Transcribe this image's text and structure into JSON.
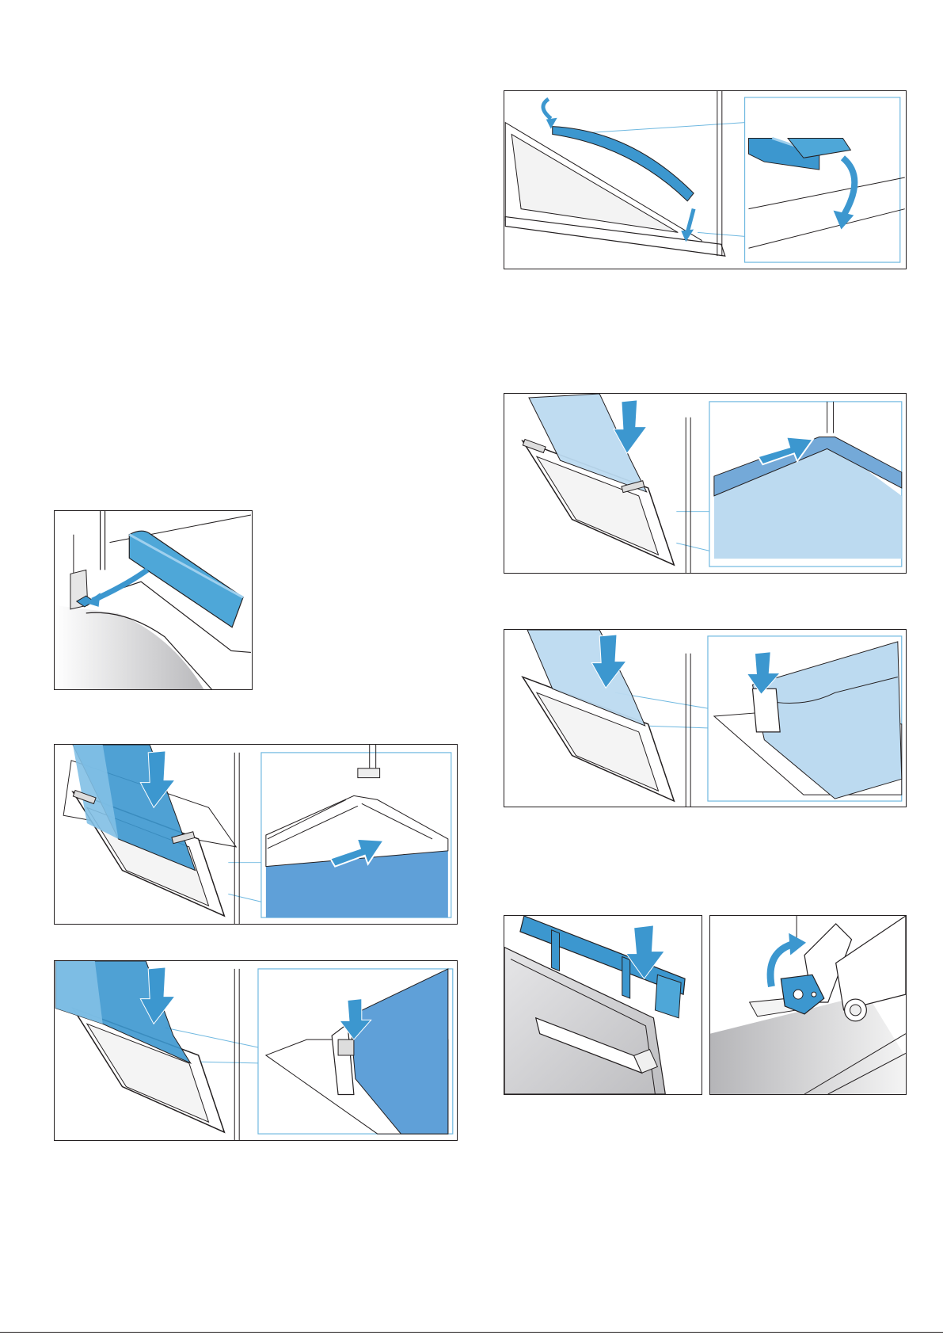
{
  "document": {
    "figures": [
      {
        "id": "fig-end-trim",
        "kind": "single"
      },
      {
        "id": "fig-door-seal",
        "kind": "inset"
      },
      {
        "id": "fig-pane-slide-left",
        "kind": "inset"
      },
      {
        "id": "fig-pane-press-left",
        "kind": "inset"
      },
      {
        "id": "fig-pane-slide-right",
        "kind": "inset"
      },
      {
        "id": "fig-pane-press-right",
        "kind": "inset"
      },
      {
        "id": "fig-cover-press",
        "kind": "single"
      },
      {
        "id": "fig-lever-turn",
        "kind": "single"
      }
    ],
    "colors": {
      "accent": "#3c97cf",
      "pane_light": "#bcdaf0",
      "pane_dark": "#74a9d8",
      "line": "#231f20",
      "shade": "#bfbfc1"
    }
  }
}
